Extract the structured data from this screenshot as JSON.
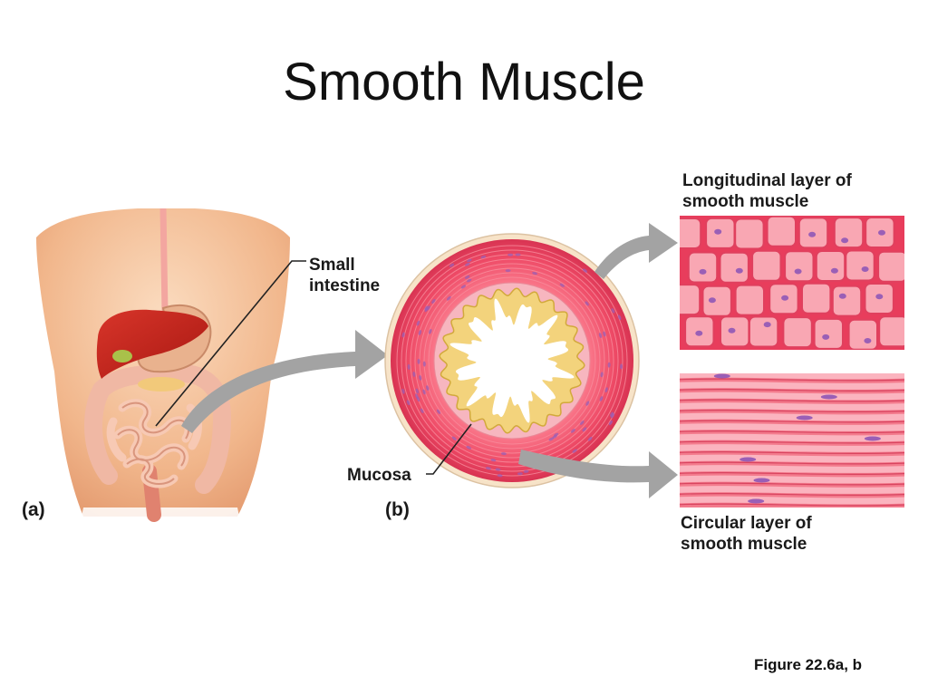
{
  "title": "Smooth Muscle",
  "labels": {
    "small_intestine": [
      "Small",
      "intestine"
    ],
    "mucosa": "Mucosa",
    "panel_a": "(a)",
    "panel_b": "(b)",
    "longitudinal_layer": [
      "Longitudinal layer of",
      "smooth muscle"
    ],
    "circular_layer": [
      "Circular layer of",
      "smooth muscle"
    ]
  },
  "figure_caption": "Figure 22.6a, b",
  "colors": {
    "muscle": "#f04e6a",
    "muscle_light": "#f9a7b3",
    "nucleus": "#9a5fb6",
    "mucosa": "#f5d784",
    "skin": "#f3bd94",
    "liver": "#c8281e",
    "arrow": "#9e9e9e"
  }
}
